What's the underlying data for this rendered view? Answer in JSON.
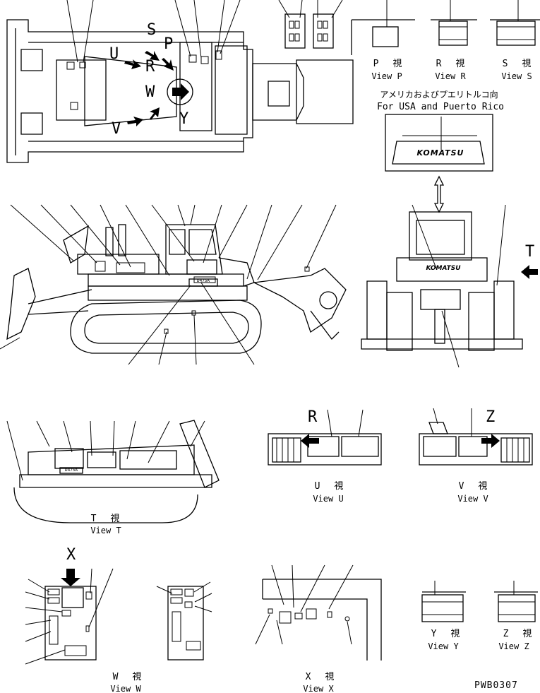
{
  "views": [
    {
      "key": "P",
      "jp": "P 視",
      "en": "View P"
    },
    {
      "key": "R",
      "jp": "R 視",
      "en": "View R"
    },
    {
      "key": "S",
      "jp": "S 視",
      "en": "View S"
    },
    {
      "key": "T",
      "jp": "T 視",
      "en": "View T"
    },
    {
      "key": "U",
      "jp": "U 視",
      "en": "View U"
    },
    {
      "key": "V",
      "jp": "V 視",
      "en": "View V"
    },
    {
      "key": "W",
      "jp": "W 視",
      "en": "View W"
    },
    {
      "key": "X",
      "jp": "X 視",
      "en": "View X"
    },
    {
      "key": "Y",
      "jp": "Y 視",
      "en": "View Y"
    },
    {
      "key": "Z",
      "jp": "Z 視",
      "en": "View Z"
    }
  ],
  "market_note": {
    "jp": "アメリカおよびプエリトルコ向",
    "en": "For USA and Puerto Rico"
  },
  "brand": "KOMATSU",
  "machine_badge": "D475A",
  "arrow_letters": {
    "S": "S",
    "P": "P",
    "U": "U",
    "R": "R",
    "W": "W",
    "V": "V",
    "Y": "Y",
    "T": "T",
    "X": "X",
    "Z": "Z"
  },
  "drawing_code": "PWB0307"
}
